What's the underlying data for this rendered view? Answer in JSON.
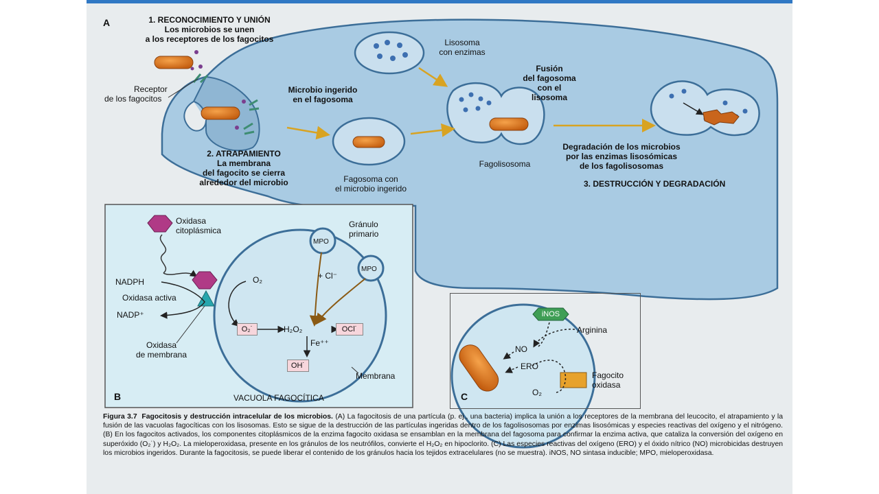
{
  "panel_a": {
    "letter": "A",
    "step1_title": "1. RECONOCIMIENTO Y UNIÓN",
    "step1_line1": "Los microbios se unen",
    "step1_line2": "a los receptores de los fagocitos",
    "receptor_line1": "Receptor",
    "receptor_line2": "de los fagocitos",
    "ingested_line1": "Microbio ingerido",
    "ingested_line2": "en el fagosoma",
    "lysosome_line1": "Lisosoma",
    "lysosome_line2": "con enzimas",
    "fusion_line1": "Fusión",
    "fusion_line2": "del fagosoma",
    "fusion_line3": "con el",
    "fusion_line4": "lisosoma",
    "step2_title": "2. ATRAPAMIENTO",
    "step2_line1": "La membrana",
    "step2_line2": "del fagocito se cierra",
    "step2_line3": "alrededor del microbio",
    "phagosome_line1": "Fagosoma con",
    "phagosome_line2": "el microbio ingerido",
    "phagolysosome": "Fagolisosoma",
    "degradation_line1": "Degradación de los microbios",
    "degradation_line2": "por las enzimas lisosómicas",
    "degradation_line3": "de los fagolisosomas",
    "step3_title": "3. DESTRUCCIÓN Y DEGRADACIÓN"
  },
  "panel_b": {
    "letter": "B",
    "oxidase_cyto_line1": "Oxidasa",
    "oxidase_cyto_line2": "citoplásmica",
    "granule_line1": "Gránulo",
    "granule_line2": "primario",
    "mpo": "MPO",
    "cl": "+ Cl⁻",
    "nadph": "NADPH",
    "o2": "O₂",
    "active_oxidase": "Oxidasa activa",
    "nadp": "NADP⁺",
    "superoxide": "O₂˙",
    "h2o2": "H₂O₂",
    "ocl": "OCl˙",
    "fe": "Fe⁺⁺",
    "oh": "OH˙",
    "membrane_oxidase_line1": "Oxidasa",
    "membrane_oxidase_line2": "de membrana",
    "membrane": "Membrana",
    "vacuole": "VACUOLA FAGOCÍTICA"
  },
  "panel_c": {
    "letter": "C",
    "inos": "iNOS",
    "arginine": "Arginina",
    "no": "NO",
    "ero": "ERO",
    "phagocyte_oxidase_line1": "Fagocito",
    "phagocyte_oxidase_line2": "oxidasa",
    "o2": "O₂"
  },
  "caption": {
    "figure_label": "Figura 3.7",
    "title": "Fagocitosis y destrucción intracelular de los microbios.",
    "text": "(A) La fagocitosis de una partícula (p. ej., una bacteria) implica la unión a los receptores de la membrana del leucocito, el atrapamiento y la fusión de las vacuolas fagocíticas con los lisosomas. Esto se sigue de la destrucción de las partículas ingeridas dentro de los fagolisosomas por enzimas lisosómicas y especies reactivas del oxígeno y el nitrógeno. (B) En los fagocitos activados, los componentes citoplásmicos de la enzima fagocito oxidasa se ensamblan en la membrana del fagosoma para confirmar la enzima activa, que cataliza la conversión del oxígeno en superóxido (O₂˙) y H₂O₂. La mieloperoxidasa, presente en los gránulos de los neutrófilos, convierte el H₂O₂ en hipoclorito. (C) Las especies reactivas del oxígeno (ERO) y el óxido nítrico (NO) microbicidas destruyen los microbios ingeridos. Durante la fagocitosis, se puede liberar el contenido de los gránulos hacia los tejidos extracelulares (no se muestra). iNOS, NO sintasa inducible; MPO, mieloperoxidasa."
  },
  "colors": {
    "cell_fill": "#a9cbe3",
    "cell_outline": "#3c6e98",
    "microbe": "#d9741f",
    "arrow": "#e7b93a",
    "oxidase": "#b03a86",
    "inos": "#3f9e55",
    "panel_bg": "#d7edf4"
  }
}
